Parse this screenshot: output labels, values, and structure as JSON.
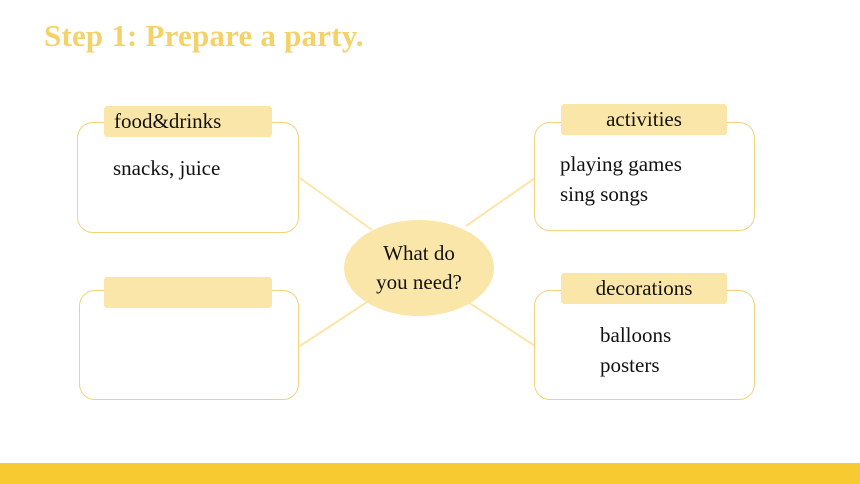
{
  "title": "Step 1: Prepare a party.",
  "center": {
    "text": "What do\nyou need?"
  },
  "boxes": {
    "top_left": {
      "label": "food&drinks",
      "lines": [
        "snacks, juice"
      ]
    },
    "top_right": {
      "label": "activities",
      "lines": [
        "playing games",
        "sing songs"
      ]
    },
    "bottom_left": {
      "label": "",
      "lines": []
    },
    "bottom_right": {
      "label": "decorations",
      "lines": [
        "balloons",
        "posters"
      ]
    }
  },
  "colors": {
    "title": "#f4d26a",
    "tag_fill": "#fbe6a9",
    "box_border": "#f3d27a",
    "connector": "#fbe6a9",
    "bottom_bar": "#f6ca30"
  }
}
